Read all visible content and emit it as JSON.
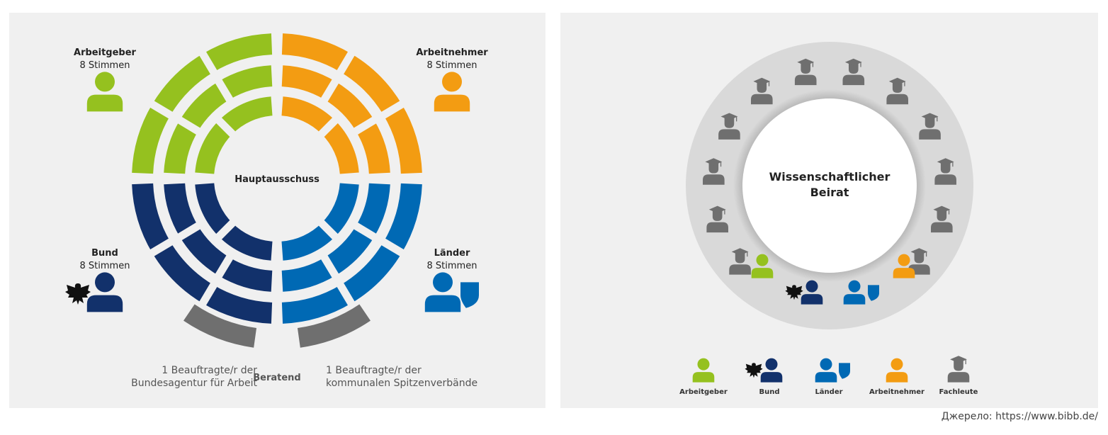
{
  "colors": {
    "arbeitgeber": "#95c11f",
    "arbeitnehmer": "#f39c12",
    "bund": "#12316b",
    "laender": "#0069b4",
    "beratend": "#6f6f6f",
    "fachleute": "#6f6f6f"
  },
  "hauptausschuss": {
    "title": "Hauptausschuss",
    "groups": [
      {
        "id": "arbeitgeber",
        "name": "Arbeitgeber",
        "votes": "8 Stimmen",
        "seats": 8
      },
      {
        "id": "arbeitnehmer",
        "name": "Arbeitnehmer",
        "votes": "8 Stimmen",
        "seats": 8
      },
      {
        "id": "bund",
        "name": "Bund",
        "votes": "8 Stimmen",
        "seats": 8
      },
      {
        "id": "laender",
        "name": "Länder",
        "votes": "8 Stimmen",
        "seats": 8
      }
    ],
    "beratend": {
      "label": "Beratend",
      "left": [
        "1 Beauftragte/r der",
        "Bundesagentur für Arbeit"
      ],
      "right": [
        "1 Beauftragte/r der",
        "kommunalen Spitzenverbände"
      ]
    }
  },
  "beirat": {
    "title": [
      "Wissenschaftlicher",
      "Beirat"
    ],
    "fachleute_count": 12,
    "legend": [
      "Arbeitgeber",
      "Bund",
      "Länder",
      "Arbeitnehmer",
      "Fachleute"
    ]
  },
  "source": "Джерело: https://www.bibb.de/"
}
